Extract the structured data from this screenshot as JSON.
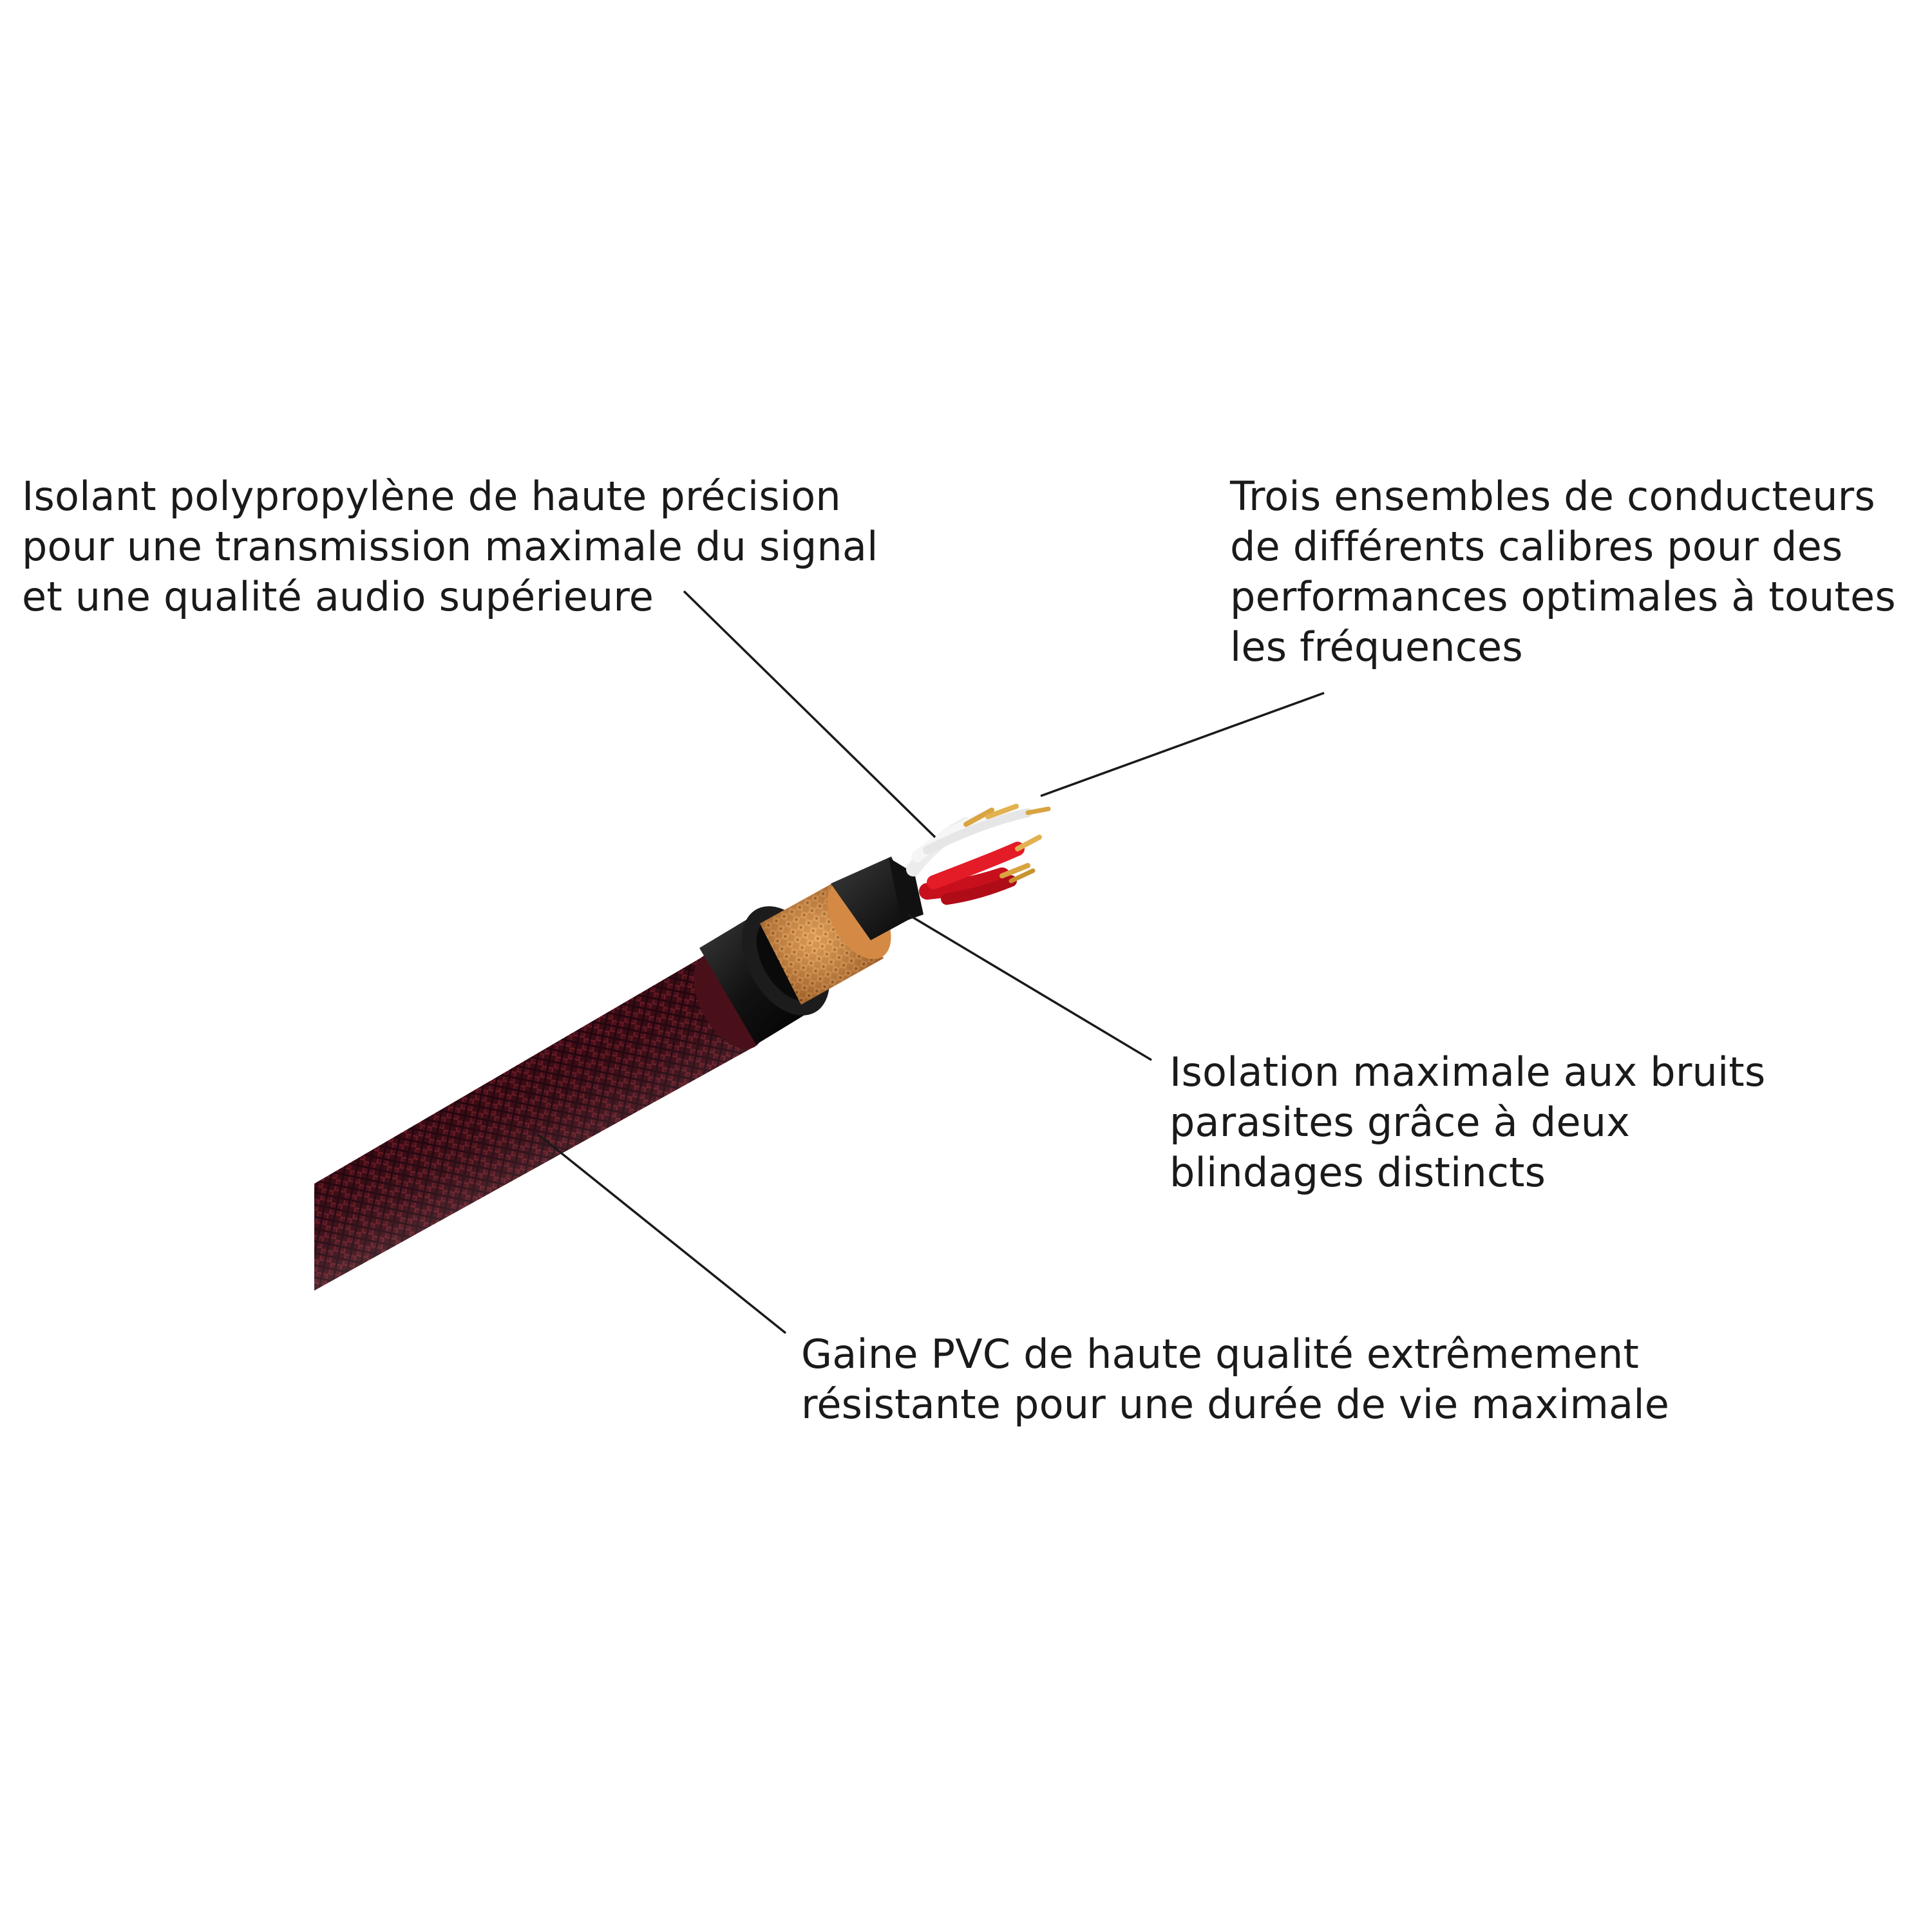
{
  "diagram": {
    "subject": "cable-cutaway",
    "colors": {
      "background": "#ffffff",
      "text": "#1a1a1a",
      "leader_line": "#1a1a1a",
      "braid_dark": "#2e0910",
      "braid_mid": "#5a1420",
      "braid_light": "#8a2a36",
      "outer_ring": "#141414",
      "copper_shield": "#c77d3a",
      "copper_highlight": "#f0b06a",
      "inner_jacket": "#0c0c0c",
      "red_conductor": "#d81824",
      "white_conductor": "#f2f2f2",
      "gold_tip": "#d9a441"
    },
    "callouts": [
      {
        "id": "insulation",
        "lines": [
          "Isolant polypropylène de haute précision",
          "pour une transmission maximale du signal",
          "et une qualité audio supérieure"
        ]
      },
      {
        "id": "conductors",
        "lines": [
          "Trois ensembles de conducteurs",
          "de différents calibres pour des",
          "performances optimales à toutes",
          "les fréquences"
        ]
      },
      {
        "id": "shielding",
        "lines": [
          "Isolation maximale aux bruits",
          "parasites grâce à deux",
          "blindages distincts"
        ]
      },
      {
        "id": "jacket",
        "lines": [
          "Gaine PVC de haute qualité extrêmement",
          "résistante pour une durée de vie maximale"
        ]
      }
    ]
  }
}
